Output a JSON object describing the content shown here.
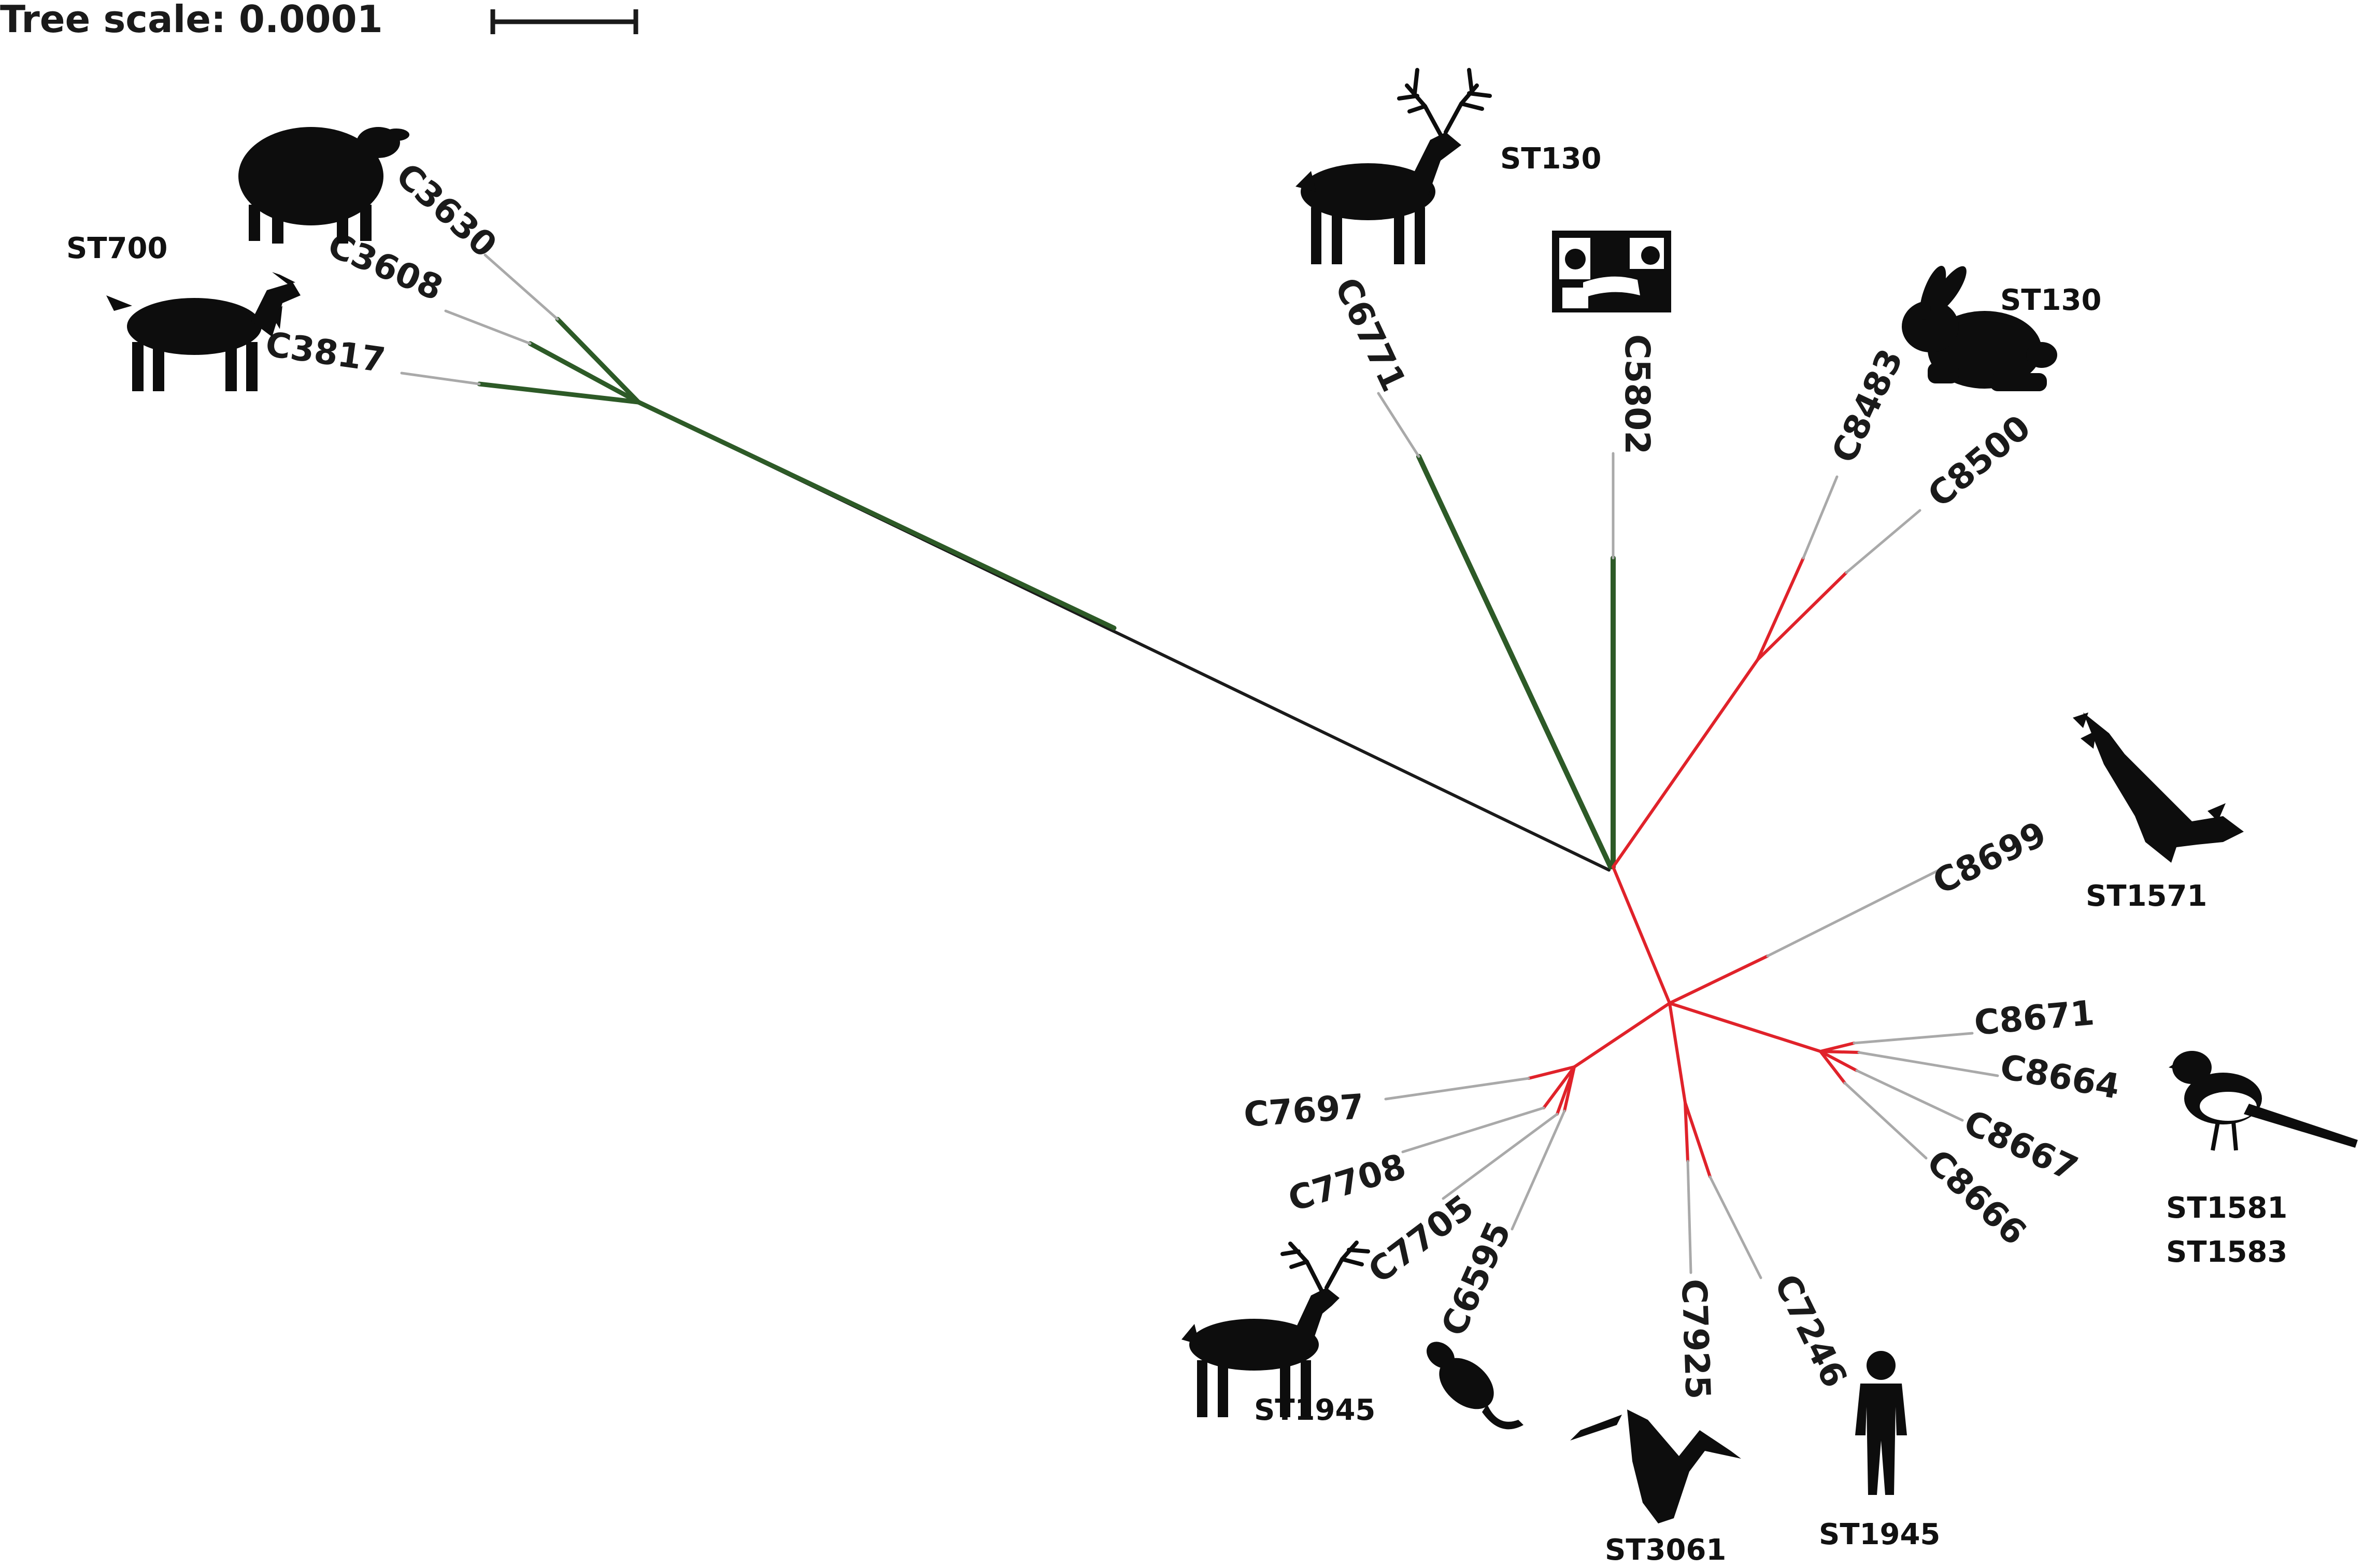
{
  "scale": {
    "label": "Tree scale: 0.0001"
  },
  "colors": {
    "clade_green": "#2d5a27",
    "clade_red": "#e0222a",
    "backbone": "#1a1a1a",
    "tip": "#a9a9a9"
  },
  "tips": [
    "C3630",
    "C3608",
    "C3817",
    "C6771",
    "C5802",
    "C8483",
    "C8500",
    "C8699",
    "C8671",
    "C8664",
    "C8667",
    "C8666",
    "C7246",
    "C7925",
    "C6595",
    "C7705",
    "C7708",
    "C7697"
  ],
  "sequence_types": {
    "st700": "ST700",
    "st130_deer": "ST130",
    "st130_rabbit": "ST130",
    "st1571": "ST1571",
    "st1581": "ST1581",
    "st1583": "ST1583",
    "st1945_deer": "ST1945",
    "st3061": "ST3061",
    "st1945_human": "ST1945"
  },
  "icons": {
    "sheep": "sheep-icon",
    "goat": "goat-icon",
    "deer": "deer-icon",
    "clinic": "clinic-icon",
    "rabbit": "rabbit-icon",
    "vulture": "vulture-icon",
    "magpie": "magpie-icon",
    "rodent": "rodent-icon",
    "heron": "heron-icon",
    "human": "human-icon"
  }
}
